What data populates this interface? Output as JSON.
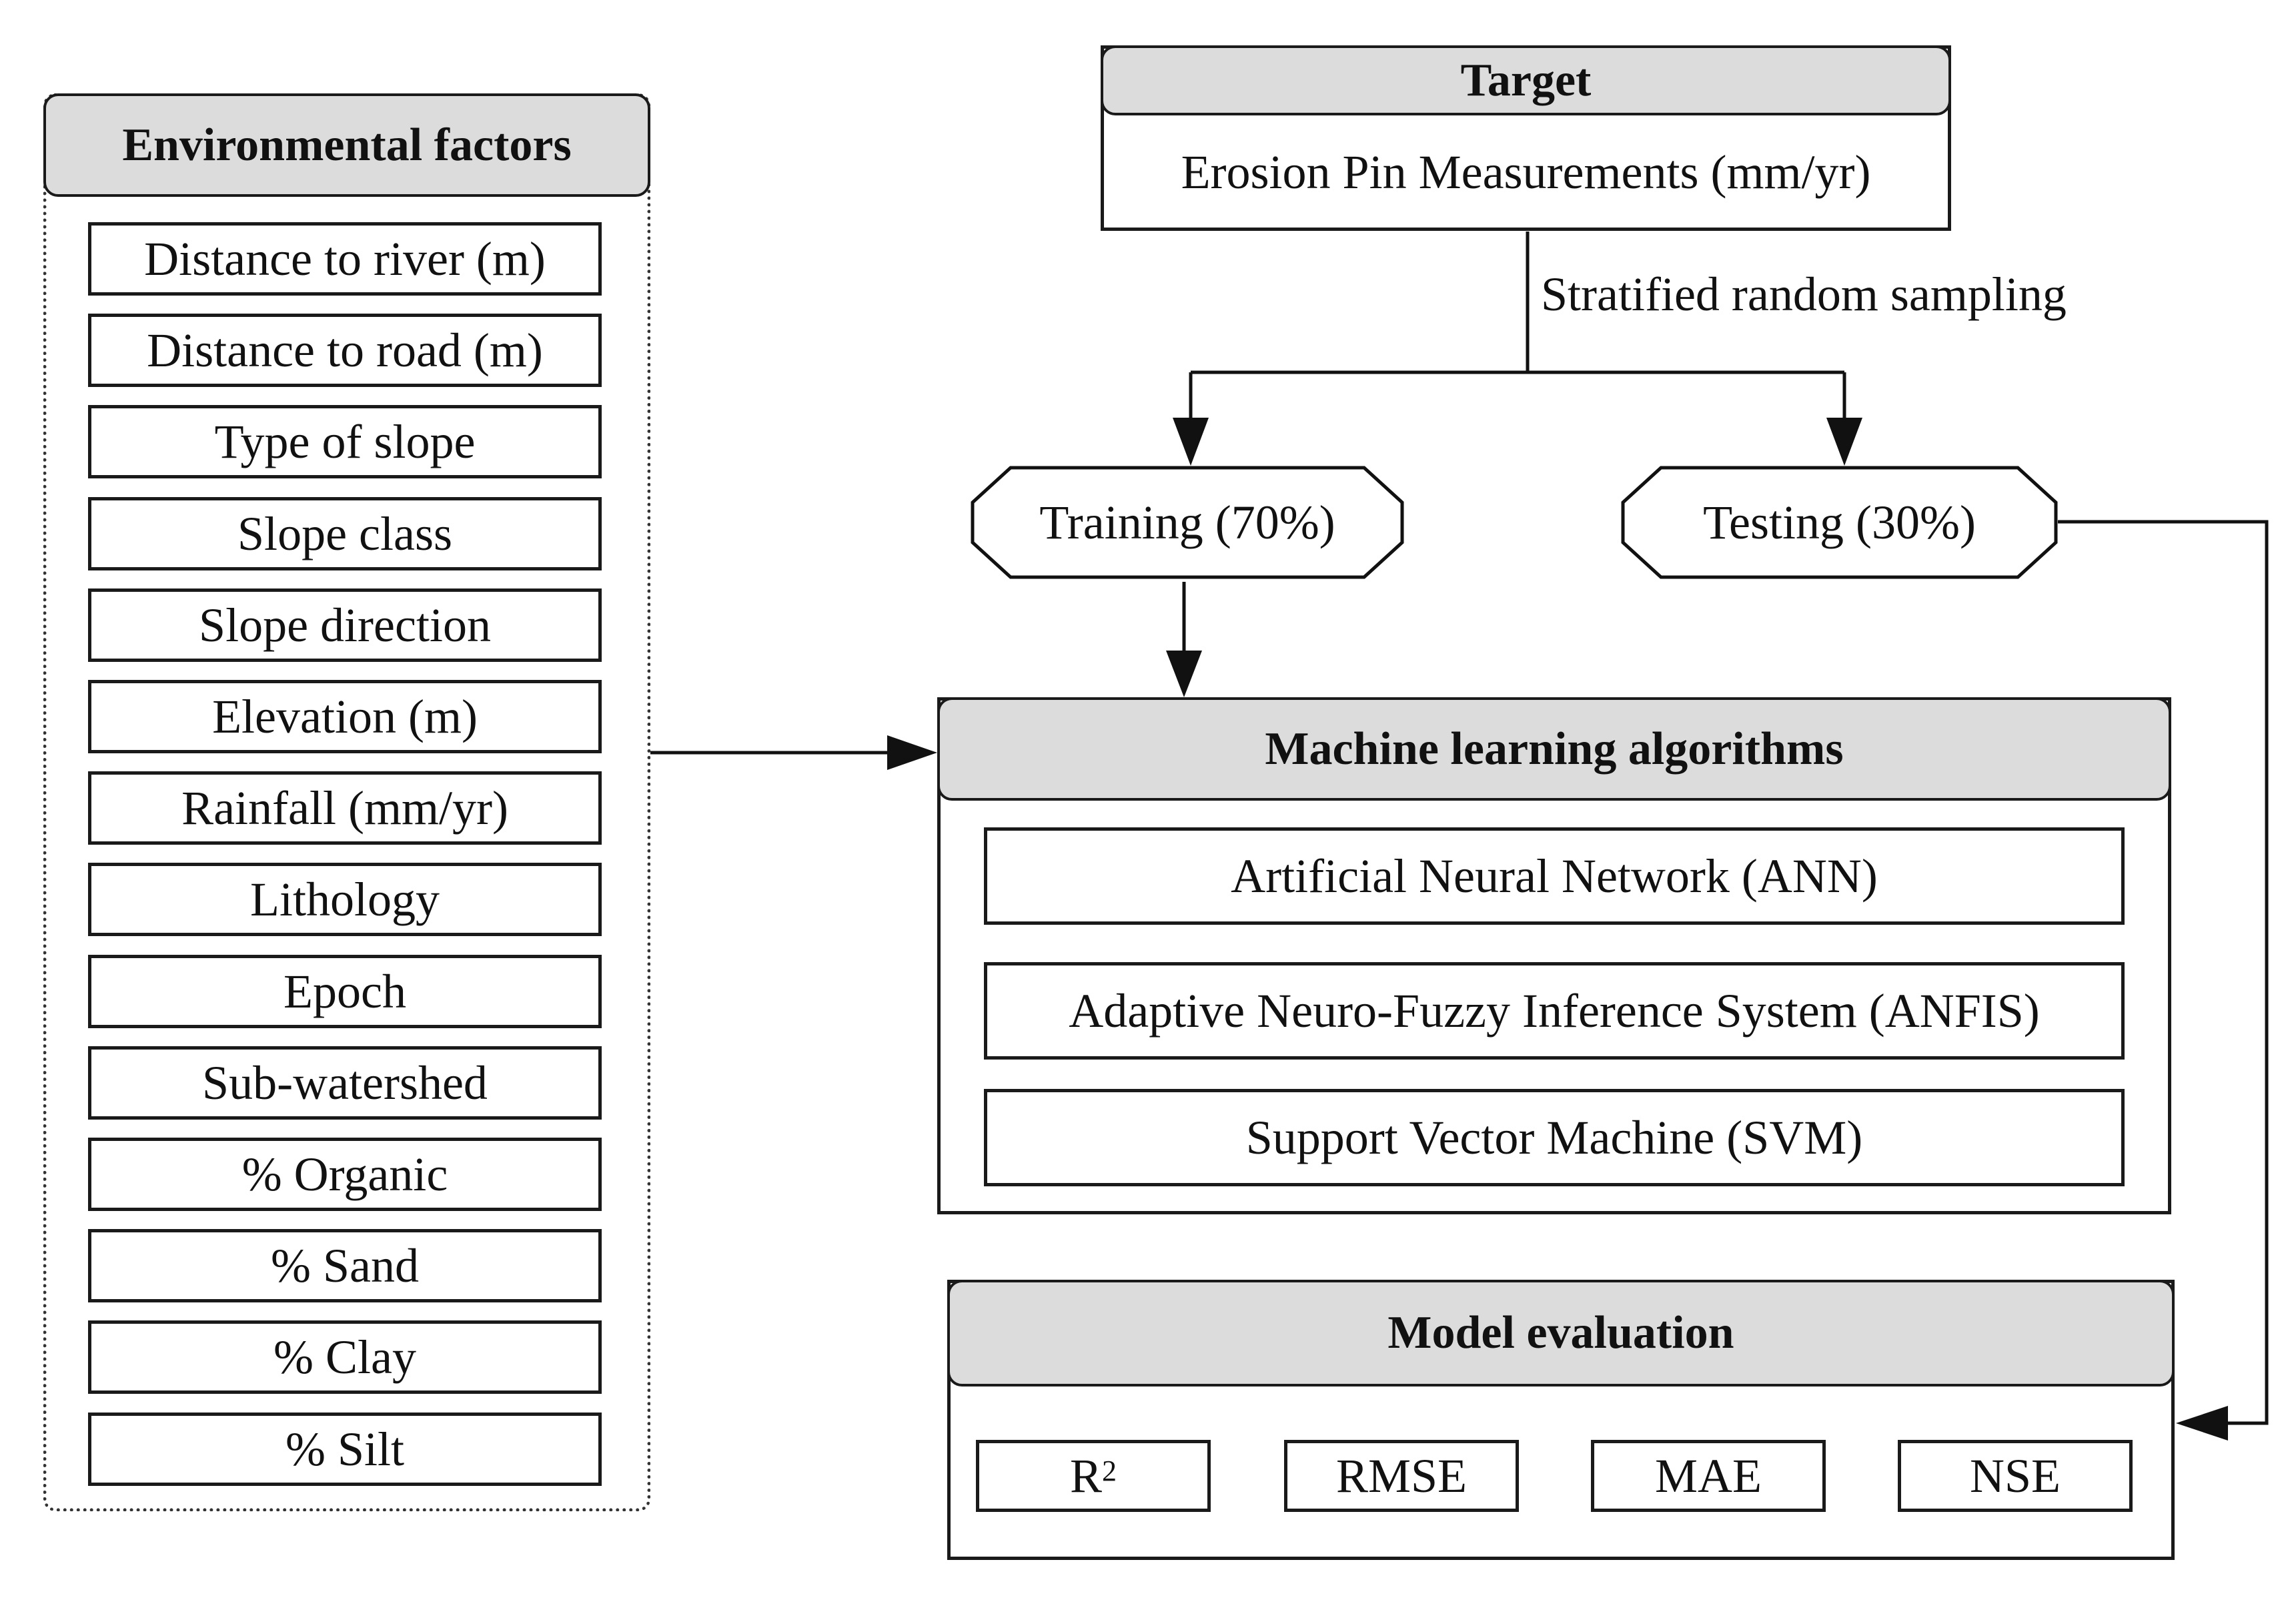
{
  "env_panel": {
    "title": "Environmental factors",
    "factors": [
      "Distance to river (m)",
      "Distance to road  (m)",
      "Type of slope",
      "Slope class",
      "Slope direction",
      "Elevation (m)",
      "Rainfall (mm/yr)",
      "Lithology",
      "Epoch",
      "Sub-watershed",
      "% Organic",
      "% Sand",
      "% Clay",
      "% Silt"
    ]
  },
  "target": {
    "title": "Target",
    "label": "Erosion Pin  Measurements (mm/yr)"
  },
  "sampling": {
    "label": "Stratified random sampling",
    "training": "Training (70%)",
    "testing": "Testing (30%)"
  },
  "ml": {
    "title": "Machine learning algorithms",
    "algorithms": [
      "Artificial Neural Network (ANN)",
      "Adaptive Neuro-Fuzzy Inference System (ANFIS)",
      "Support Vector Machine (SVM)"
    ]
  },
  "evaluation": {
    "title": "Model evaluation",
    "r2_base": "R",
    "r2_sup": "2",
    "metrics": [
      "RMSE",
      "MAE",
      "NSE"
    ]
  }
}
